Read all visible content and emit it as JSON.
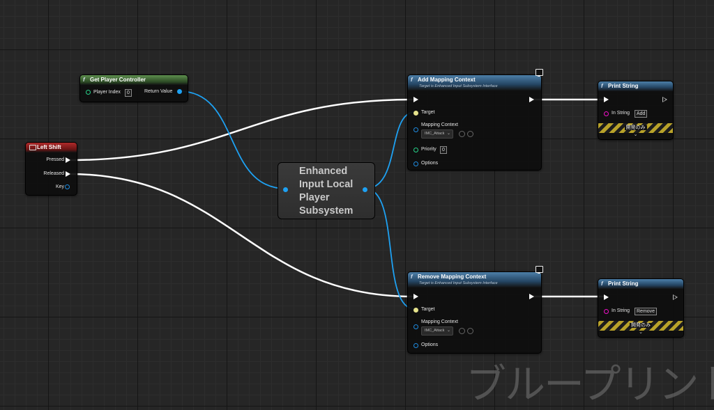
{
  "colors": {
    "exec_wire": "#ffffff",
    "object_wire": "#1ea1f2",
    "struct_pin": "#f010c8",
    "string_pin": "#f010c8",
    "pure_header": "#5e8f4e",
    "event_header": "#b02a2a",
    "function_header": "#4c7fa8"
  },
  "nodes": {
    "get_player_controller": {
      "title": "Get Player Controller",
      "player_index_label": "Player Index",
      "player_index_value": "0",
      "return_value_label": "Return Value"
    },
    "left_shift": {
      "title": "Left Shift",
      "pressed_label": "Pressed",
      "released_label": "Released",
      "key_label": "Key"
    },
    "subsystem": {
      "title": "Enhanced\nInput Local\nPlayer\nSubsystem"
    },
    "add_mapping_context": {
      "title": "Add Mapping Context",
      "subtitle": "Target is Enhanced Input Subsystem Interface",
      "target_label": "Target",
      "mapping_context_label": "Mapping Context",
      "mapping_context_value": "IMC_Attack",
      "priority_label": "Priority",
      "priority_value": "0",
      "options_label": "Options"
    },
    "remove_mapping_context": {
      "title": "Remove Mapping Context",
      "subtitle": "Target is Enhanced Input Subsystem Interface",
      "target_label": "Target",
      "mapping_context_label": "Mapping Context",
      "mapping_context_value": "IMC_Attack",
      "options_label": "Options"
    },
    "print_string_add": {
      "title": "Print String",
      "in_string_label": "In String",
      "in_string_value": "Add",
      "dev_only_label": "開発のみ",
      "expand_icon": "chevron-down-icon"
    },
    "print_string_remove": {
      "title": "Print String",
      "in_string_label": "In String",
      "in_string_value": "Remove",
      "dev_only_label": "開発のみ",
      "expand_icon": "chevron-down-icon"
    }
  },
  "watermark": "ブループリント"
}
